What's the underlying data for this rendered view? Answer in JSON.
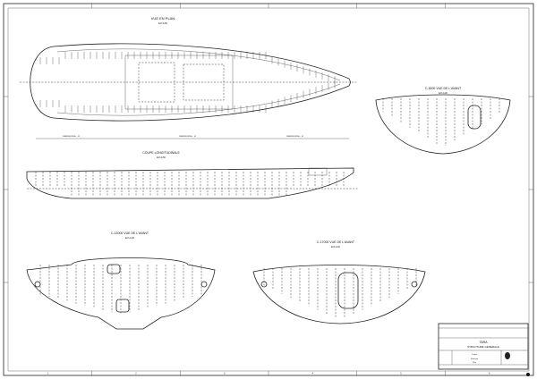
{
  "drawing": {
    "plan_view": {
      "title": "VUE EN PLAN",
      "scale": "Ech 1/50",
      "dimensions": [
        "DIMENSIONS A ... M",
        "DIMENSIONS A ... M",
        "DIMENSIONS A ... M"
      ]
    },
    "profile_view": {
      "title": "COUPE LONGITUDINALE",
      "scale": "Ech 1/50"
    },
    "section_a": {
      "title": "C-3000 VUE DE L'AVANT",
      "scale": "Ech 1/20"
    },
    "section_b": {
      "title": "C-12000 VUE DE L'AVANT",
      "scale": "Ech 1/20"
    },
    "section_c": {
      "title": "C-17000 VUE DE L'AVANT",
      "scale": "Ech 1/20"
    },
    "title_block": {
      "project": "TARA",
      "subject": "STRUCTURE GENERALE",
      "rows": [
        "Coque",
        "Structure",
        "Plan"
      ]
    },
    "border_numbers": [
      "1",
      "2",
      "3",
      "4",
      "5",
      "6"
    ]
  }
}
